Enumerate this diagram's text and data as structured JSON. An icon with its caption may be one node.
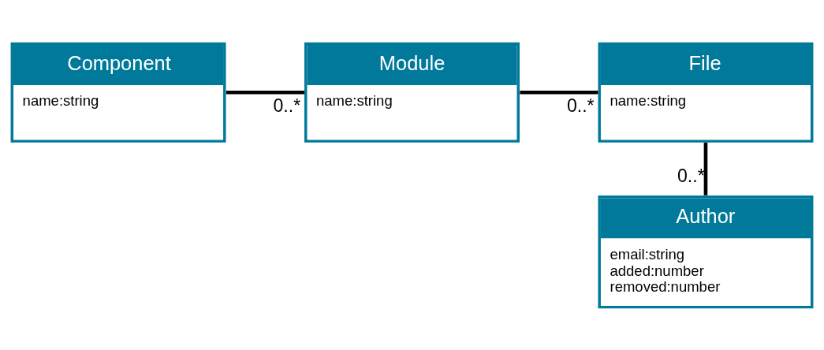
{
  "diagram": {
    "nodes": [
      {
        "text": [
          "Component",
          "name:string"
        ]
      },
      {
        "text": [
          "Module",
          "name:string"
        ]
      },
      {
        "text": [
          "File",
          "name:string"
        ]
      },
      {
        "text": [
          "Author",
          "email:string",
          "added:number",
          "removed:number"
        ]
      }
    ],
    "edges": [
      {
        "from": 0,
        "to": 1,
        "arrow": "none",
        "label": "0..*"
      },
      {
        "from": 1,
        "to": 2,
        "arrow": "none",
        "label": "0..*"
      },
      {
        "from": 2,
        "to": 3,
        "arrow": "none",
        "label": "0..*"
      }
    ]
  }
}
